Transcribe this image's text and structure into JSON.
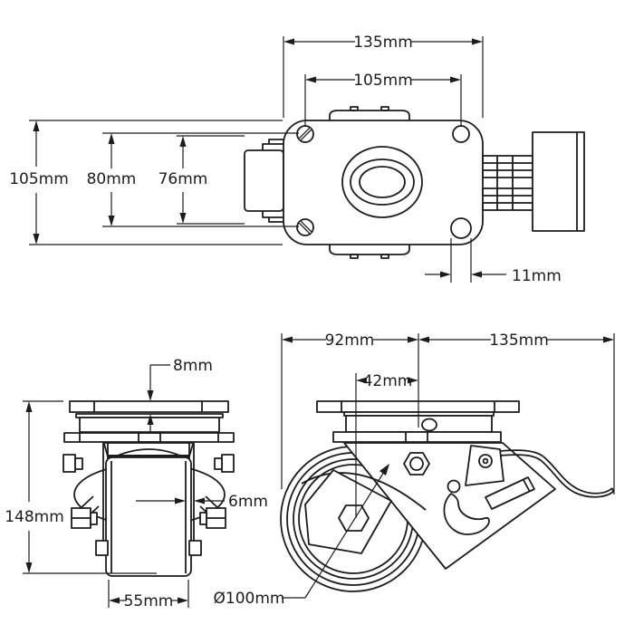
{
  "drawing": {
    "type": "caster-wheel-technical-drawing",
    "background": "#ffffff",
    "line_color": "#1c1c1c",
    "views": {
      "top": {
        "dims": {
          "overall_width": "135mm",
          "bolt_hole_spacing_width": "105mm",
          "plate_depth": "105mm",
          "bolt_hole_spacing_depth": "80mm",
          "wheel_width": "76mm",
          "bolt_hole_diameter": "11mm"
        }
      },
      "front": {
        "dims": {
          "plate_thickness": "8mm",
          "overall_height": "148mm",
          "fork_leg_thickness": "6mm",
          "wheel_tread_width": "55mm",
          "wheel_diameter": "Ø100mm"
        }
      },
      "side": {
        "dims": {
          "wheel_to_swivel_center": "92mm",
          "swivel_center_to_brake_end": "135mm",
          "swivel_offset": "42mm"
        }
      }
    }
  }
}
